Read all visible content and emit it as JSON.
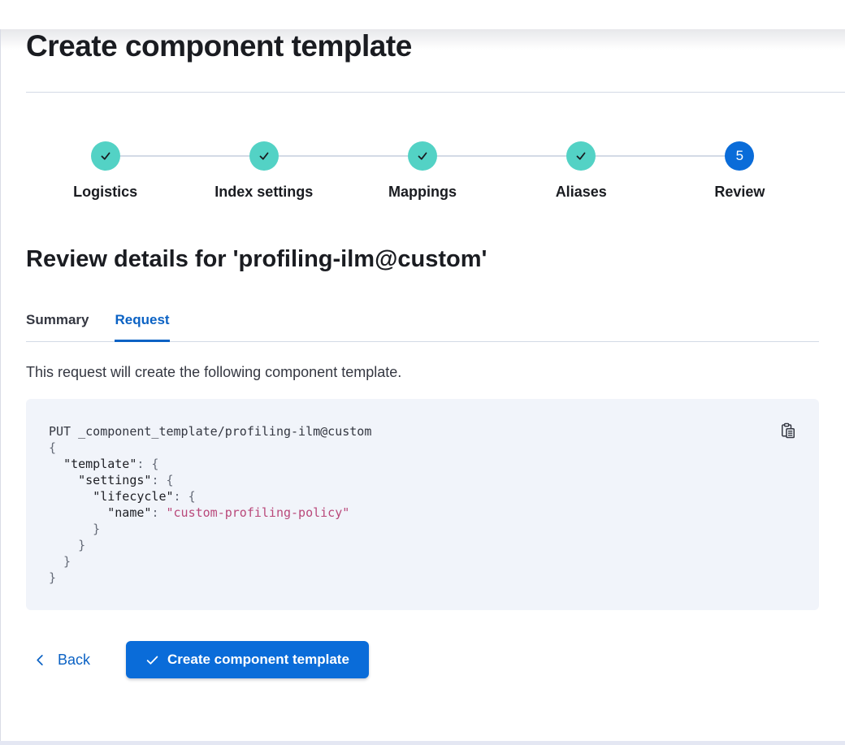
{
  "page": {
    "title": "Create component template"
  },
  "colors": {
    "primary": "#0a6cd9",
    "link": "#0b62c4",
    "teal": "#53d2c5",
    "heading": "#1a1c21",
    "body_text": "#343741",
    "divider": "#d3dae6",
    "code_bg": "#f1f4fa",
    "code_string": "#b9487a"
  },
  "stepper": {
    "steps": [
      {
        "label": "Logistics",
        "state": "complete"
      },
      {
        "label": "Index settings",
        "state": "complete"
      },
      {
        "label": "Mappings",
        "state": "complete"
      },
      {
        "label": "Aliases",
        "state": "complete"
      },
      {
        "label": "Review",
        "state": "current",
        "number": "5"
      }
    ]
  },
  "review": {
    "heading": "Review details for 'profiling-ilm@custom'",
    "tabs": [
      {
        "label": "Summary",
        "active": false
      },
      {
        "label": "Request",
        "active": true
      }
    ],
    "description": "This request will create the following component template."
  },
  "code": {
    "lines": [
      [
        [
          "plain",
          "PUT _component_template/profiling-ilm@custom"
        ]
      ],
      [
        [
          "punct",
          "{"
        ]
      ],
      [
        [
          "plain",
          "  "
        ],
        [
          "key",
          "\"template\""
        ],
        [
          "punct",
          ": {"
        ]
      ],
      [
        [
          "plain",
          "    "
        ],
        [
          "key",
          "\"settings\""
        ],
        [
          "punct",
          ": {"
        ]
      ],
      [
        [
          "plain",
          "      "
        ],
        [
          "key",
          "\"lifecycle\""
        ],
        [
          "punct",
          ": {"
        ]
      ],
      [
        [
          "plain",
          "        "
        ],
        [
          "key",
          "\"name\""
        ],
        [
          "punct",
          ": "
        ],
        [
          "string",
          "\"custom-profiling-policy\""
        ]
      ],
      [
        [
          "punct",
          "      }"
        ]
      ],
      [
        [
          "punct",
          "    }"
        ]
      ],
      [
        [
          "punct",
          "  }"
        ]
      ],
      [
        [
          "punct",
          "}"
        ]
      ]
    ]
  },
  "footer": {
    "back_label": "Back",
    "create_label": "Create component template"
  }
}
